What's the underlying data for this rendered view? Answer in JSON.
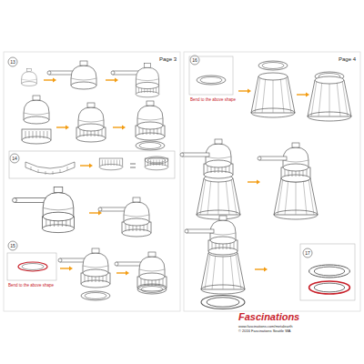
{
  "diagram": {
    "labels": [
      "Page 3",
      "Page 4",
      "13",
      "14",
      "15",
      "Bend to the above shape",
      "16",
      "17",
      "Bend to the above shape",
      "Fascinations",
      "www.fascinations.com/metalearth",
      "© 2016 Fascinations Seattle WA"
    ]
  }
}
